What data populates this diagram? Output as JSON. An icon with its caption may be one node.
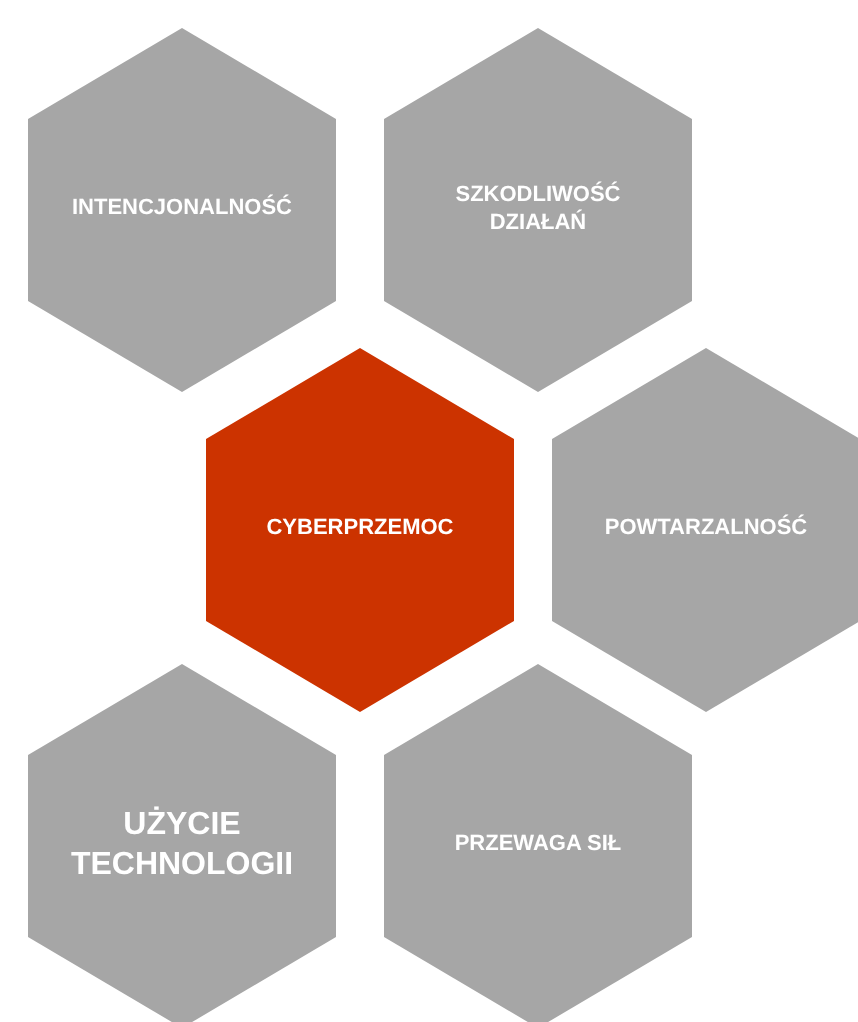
{
  "diagram": {
    "nodes": [
      {
        "text": [
          "INTENCJONALNOŚĆ"
        ]
      },
      {
        "text": [
          "SZKODLIWOŚĆ DZIAŁAŃ"
        ]
      },
      {
        "text": [
          "CYBERPRZEMOC"
        ]
      },
      {
        "text": [
          "POWTARZALNOŚĆ"
        ]
      },
      {
        "text": [
          "UŻYCIE TECHNOLOGII"
        ]
      },
      {
        "text": [
          "PRZEWAGA SIŁ"
        ]
      }
    ],
    "edges": []
  }
}
